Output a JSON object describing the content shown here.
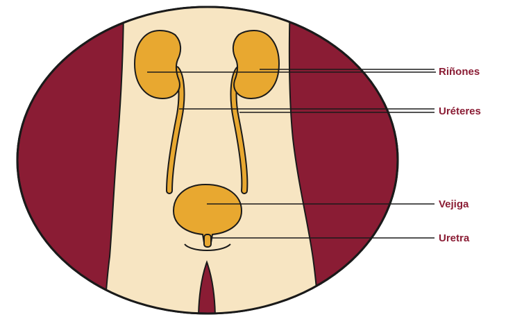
{
  "diagram": {
    "labels": {
      "kidneys": "Riñones",
      "ureters": "Uréteres",
      "bladder": "Vejiga",
      "urethra": "Uretra"
    },
    "colors": {
      "background": "#ffffff",
      "oval_fill": "#8a1c34",
      "body_fill": "#f7e5c2",
      "organ_fill": "#e8a830",
      "outline": "#1a1a1a",
      "label_text": "#8a1c34",
      "leader_line": "#1a1a1a"
    }
  }
}
